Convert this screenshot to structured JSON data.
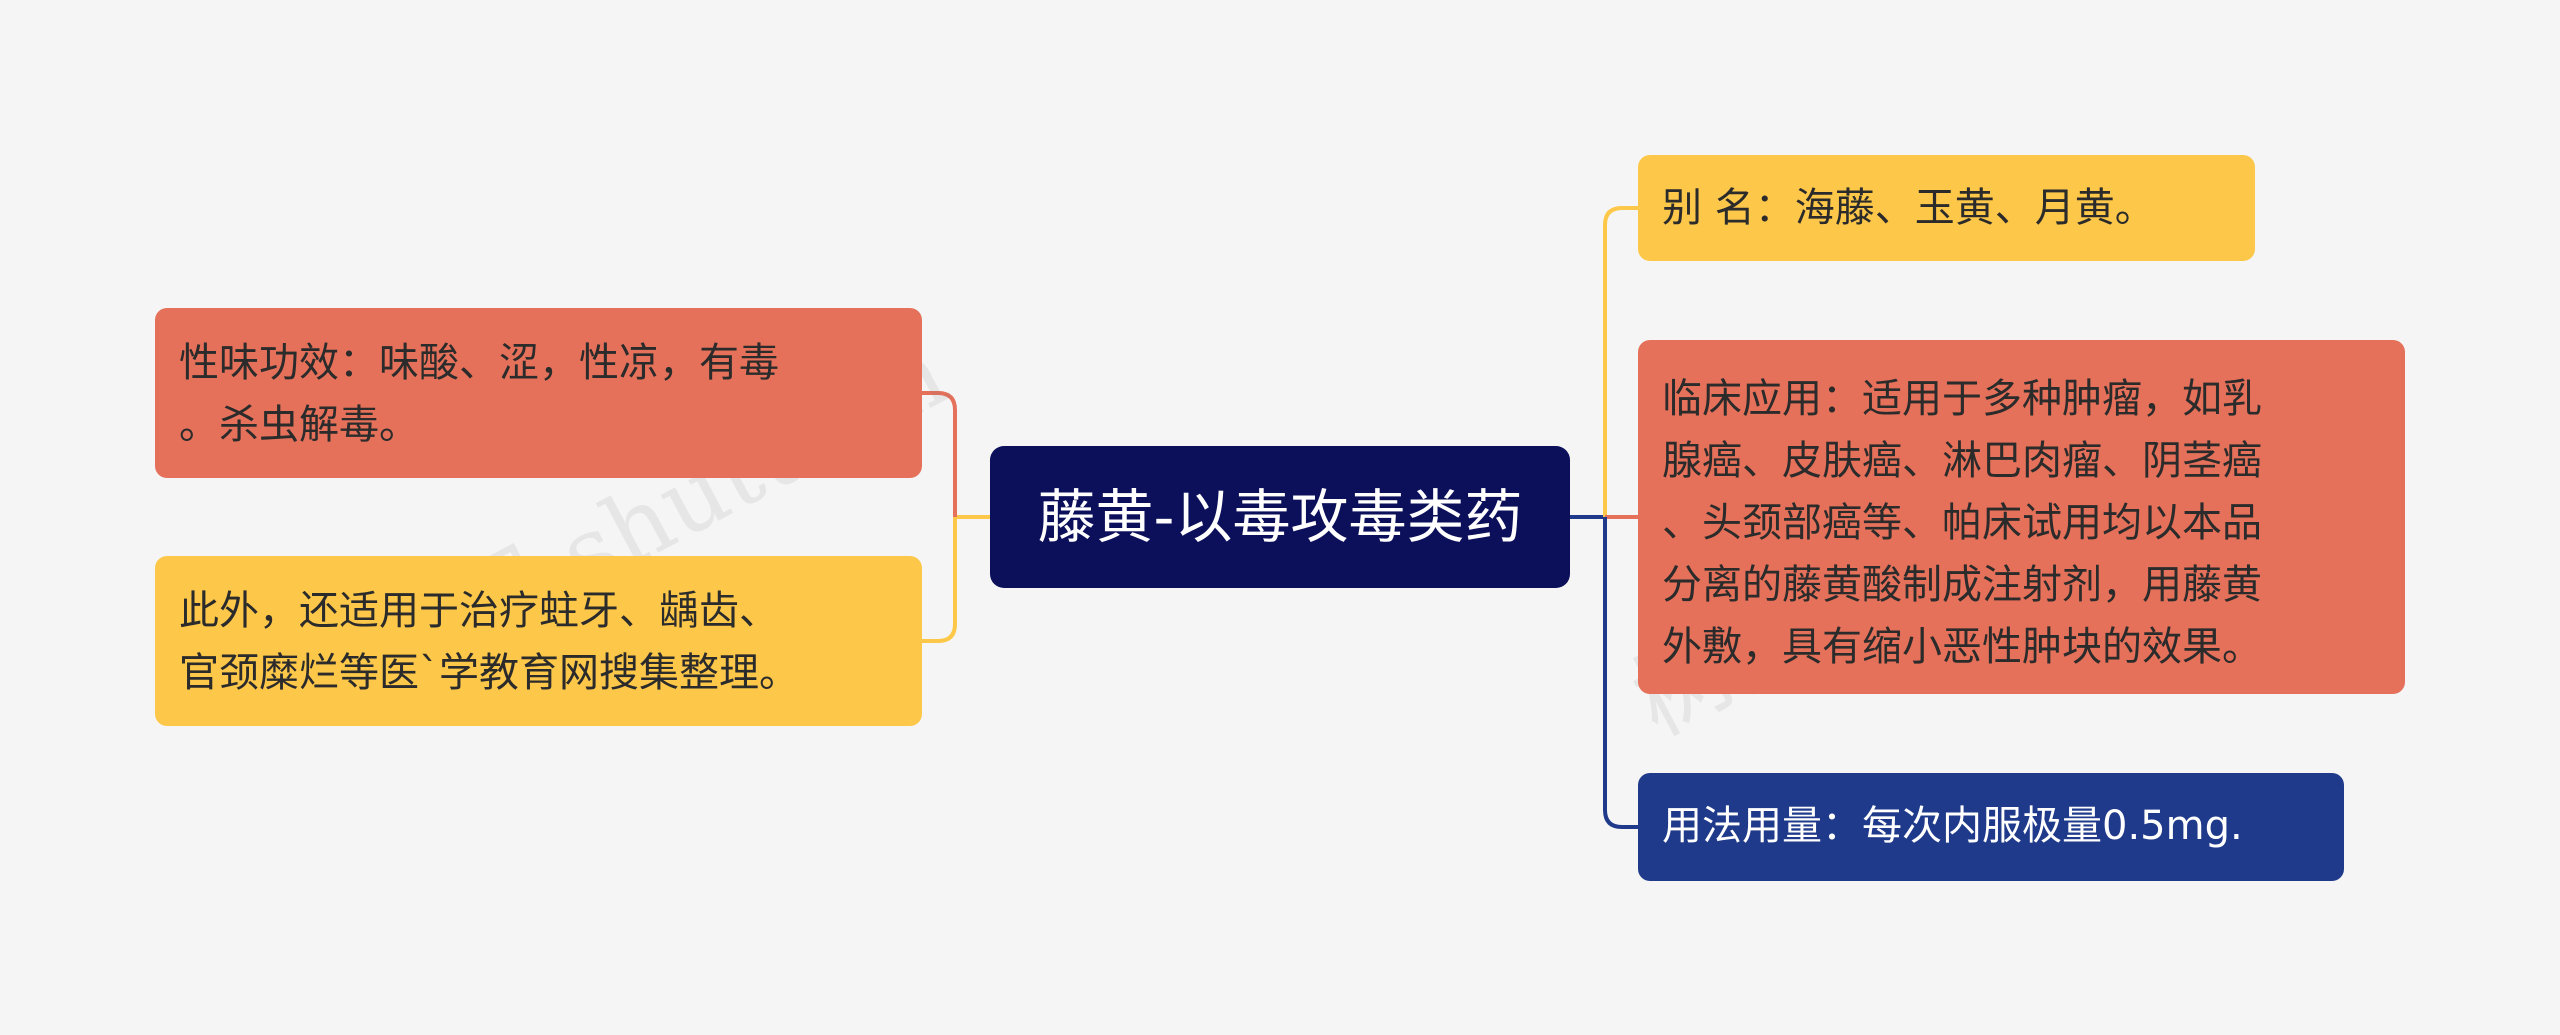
{
  "root": {
    "label": "藤黄-以毒攻毒类药"
  },
  "left": [
    {
      "lines": [
        "性味功效：味酸、涩，性凉，有毒",
        "。杀虫解毒。"
      ],
      "color": "#e5715a"
    },
    {
      "lines": [
        "此外，还适用于治疗蛀牙、龋齿、",
        "官颈糜烂等医`学教育网搜集整理。"
      ],
      "color": "#fdc84a"
    }
  ],
  "right": [
    {
      "lines": [
        "别 名：海藤、玉黄、月黄。"
      ],
      "color": "#fdc84a"
    },
    {
      "lines": [
        "临床应用：适用于多种肿瘤，如乳",
        "腺癌、皮肤癌、淋巴肉瘤、阴茎癌",
        "、头颈部癌等、帕床试用均以本品",
        "分离的藤黄酸制成注射剂，用藤黄",
        "外敷，具有缩小恶性肿块的效果。"
      ],
      "color": "#e5715a"
    },
    {
      "lines": [
        "用法用量：每次内服极量0.5mg."
      ],
      "color": "#1f3a8a"
    }
  ],
  "colors": {
    "background": "#f5f5f5",
    "root": "#0c0f5a",
    "red": "#e5715a",
    "yellow": "#fdc84a",
    "navy": "#1f3a8a"
  },
  "watermark": {
    "text": "树图 shutu.cn"
  }
}
